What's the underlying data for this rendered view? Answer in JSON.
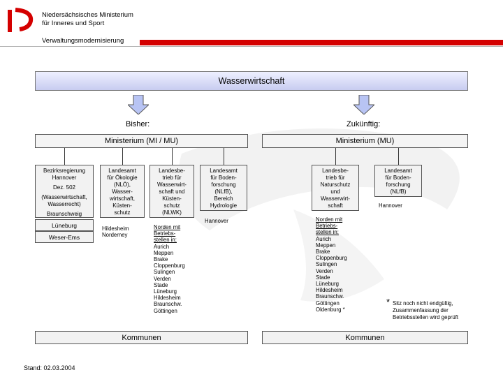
{
  "header": {
    "ministry_line1": "Niedersächsisches Ministerium",
    "ministry_line2": "für Inneres und Sport",
    "subtitle": "Verwaltungsmodernisierung"
  },
  "title": "Wasserwirtschaft",
  "columns": {
    "left_label": "Bisher:",
    "right_label": "Zukünftig:",
    "left_ministry": "Ministerium (MI / MU)",
    "right_ministry": "Ministerium (MU)"
  },
  "left": {
    "bez": {
      "line1": "Bezirksregierung",
      "line2": "Hannover",
      "line3": "Dez. 502",
      "line4": "(Wasserwirtschaft,",
      "line5": "Wasserrecht)",
      "line6": "Braunschweig"
    },
    "lueneburg": "Lüneburg",
    "weser_ems": "Weser-Ems",
    "nloe": [
      "Landesamt",
      "für Ökologie",
      "(NLÖ),",
      "Wasser-",
      "wirtschaft,",
      "Küsten-",
      "schutz"
    ],
    "nloe_places": [
      "Hildesheim",
      "Norderney"
    ],
    "nlwk": [
      "Landesbe-",
      "trieb für",
      "Wasserwirt-",
      "schaft und",
      "Küsten-",
      "schutz",
      "(NLWK)"
    ],
    "nlwk_places_head": [
      "Norden mit",
      "Betriebs-",
      "stellen in:"
    ],
    "nlwk_places": [
      "Aurich",
      "Meppen",
      "Brake",
      "Cloppenburg",
      "Sulingen",
      "Verden",
      "Stade",
      "Lüneburg",
      "Hildesheim",
      "Braunschw.",
      "Göttingen"
    ],
    "nlfb": [
      "Landesamt",
      "für Boden-",
      "forschung",
      "(NLfB),",
      "Bereich",
      "Hydrologie"
    ],
    "nlfb_place": "Hannover"
  },
  "right": {
    "betrieb": [
      "Landesbe-",
      "trieb für",
      "Naturschutz",
      "und",
      "Wasserwirt-",
      "schaft"
    ],
    "betrieb_places_head": [
      "Norden mit",
      "Betriebs-",
      "stellen in:"
    ],
    "betrieb_places": [
      "Aurich",
      "Meppen",
      "Brake",
      "Cloppenburg",
      "Sulingen",
      "Verden",
      "Stade",
      "Lüneburg",
      "Hildesheim",
      "Braunschw.",
      "Göttingen",
      "Oldenburg *"
    ],
    "nlfb": [
      "Landesamt",
      "für Boden-",
      "forschung",
      "(NLfB)"
    ],
    "nlfb_place": "Hannover"
  },
  "footnote": {
    "star": "*",
    "line1": "Sitz noch nicht endgültig,",
    "line2": "Zusammenfassung der",
    "line3": "Betriebsstellen wird geprüft"
  },
  "kommunen_left": "Kommunen",
  "kommunen_right": "Kommunen",
  "stand": "Stand: 02.03.2004",
  "colors": {
    "accent_red": "#d40000",
    "title_fill": "#c8ccf0",
    "arrow_fill": "#b8c4f4"
  }
}
